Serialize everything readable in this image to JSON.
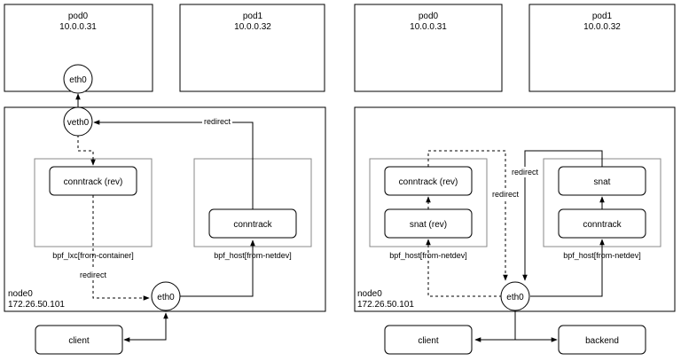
{
  "left": {
    "pod0": {
      "name": "pod0",
      "ip": "10.0.0.31",
      "iface": "eth0"
    },
    "pod1": {
      "name": "pod1",
      "ip": "10.0.0.32"
    },
    "node": {
      "name": "node0",
      "ip": "172.26.50.101",
      "veth": "veth0",
      "eth": "eth0"
    },
    "lxc_group": {
      "label": "bpf_lxc[from-container]",
      "box": "conntrack (rev)"
    },
    "host_group": {
      "label": "bpf_host[from-netdev]",
      "box": "conntrack"
    },
    "edges": {
      "redirect_top": "redirect",
      "redirect_bottom": "redirect"
    },
    "client": "client"
  },
  "right": {
    "pod0": {
      "name": "pod0",
      "ip": "10.0.0.31"
    },
    "pod1": {
      "name": "pod1",
      "ip": "10.0.0.32"
    },
    "node": {
      "name": "node0",
      "ip": "172.26.50.101",
      "eth": "eth0"
    },
    "group1": {
      "label": "bpf_host[from-netdev]",
      "top_box": "conntrack (rev)",
      "bottom_box": "snat (rev)"
    },
    "group2": {
      "label": "bpf_host[from-netdev]",
      "top_box": "snat",
      "bottom_box": "conntrack"
    },
    "edges": {
      "redirect_a": "redirect",
      "redirect_b": "redirect"
    },
    "client": "client",
    "backend": "backend"
  }
}
